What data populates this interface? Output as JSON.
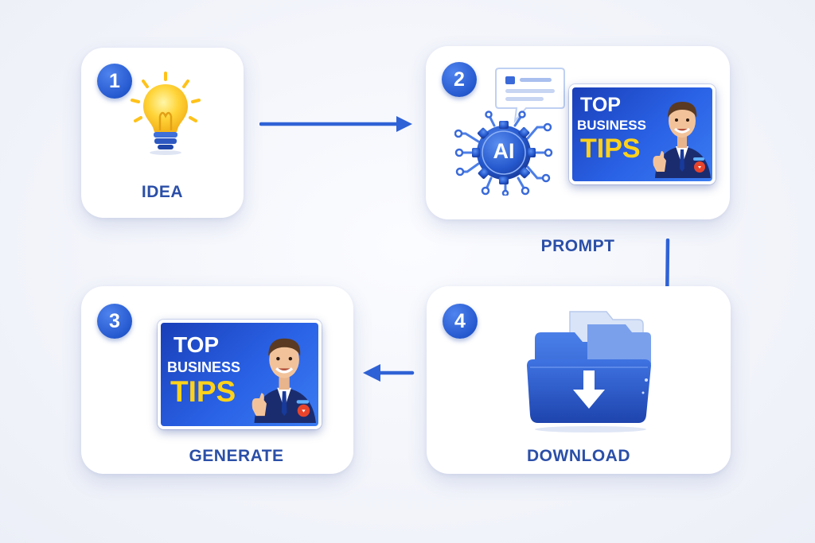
{
  "steps": [
    {
      "number": "1",
      "label": "IDEA",
      "icon": "lightbulb-icon"
    },
    {
      "number": "2",
      "label": "PROMPT",
      "icon": "ai-chip-icon",
      "ai_text": "AI"
    },
    {
      "number": "3",
      "label": "GENERATE",
      "icon": "thumbnail-icon"
    },
    {
      "number": "4",
      "label": "DOWNLOAD",
      "icon": "download-folder-icon"
    }
  ],
  "thumbnail": {
    "line1": "TOP",
    "line2": "BUSINESS",
    "line3": "TIPS"
  },
  "colors": {
    "accent": "#2559cf",
    "label": "#2b4fa8",
    "highlight": "#ffd21a",
    "bulb": "#ffd53a"
  }
}
